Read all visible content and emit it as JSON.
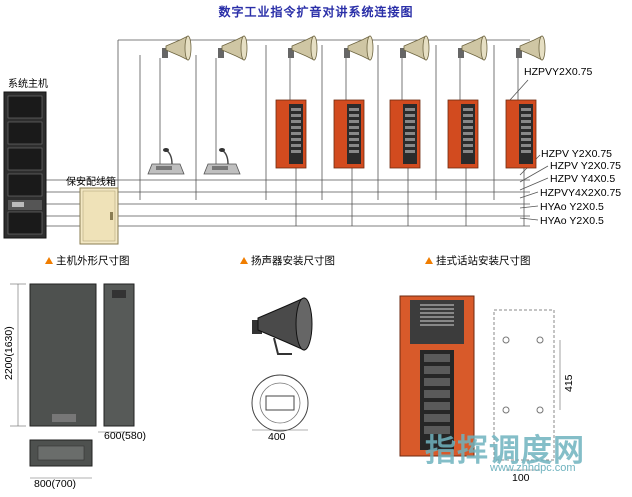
{
  "diagram": {
    "title": "数字工业指令扩音对讲系统连接图",
    "host_label": "系统主机",
    "junction_label": "保安配线箱",
    "cables": [
      "HZPVY2X0.75",
      "HZPV Y2X0.75",
      "HZPV Y2X0.75",
      "HZPV Y4X0.5",
      "HZPVY4X2X0.75",
      "HYAo Y2X0.5",
      "HYAo Y2X0.5"
    ]
  },
  "sections": {
    "host_dims": "主机外形尺寸图",
    "speaker_dims": "扬声器安装尺寸图",
    "station_dims": "挂式话站安装尺寸图"
  },
  "dims": {
    "host_height": "2200(1630)",
    "host_depth": "600(580)",
    "host_width": "800(700)",
    "speaker_width": "400",
    "station_height": "415",
    "station_width": "100"
  },
  "watermark": {
    "text": "指挥调度网",
    "url": "www.zhhdpc.com"
  },
  "colors": {
    "title": "#2a2fa8",
    "accent": "#f07d00",
    "station": "#d24b1f"
  }
}
